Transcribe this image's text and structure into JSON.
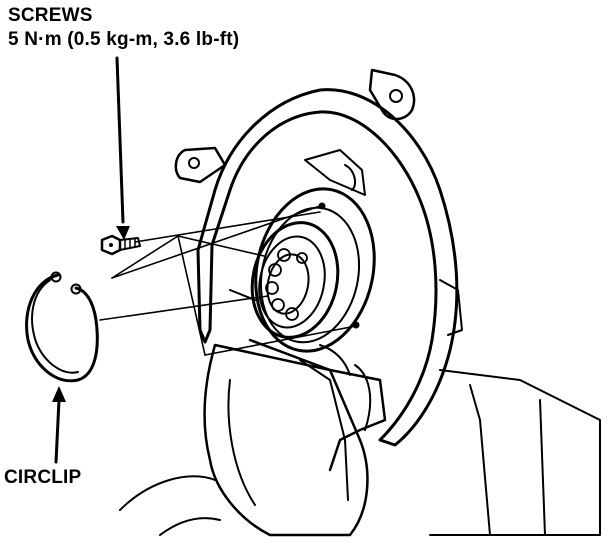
{
  "labels": {
    "screws": "SCREWS",
    "torque": "5 N·m (0.5 kg-m, 3.6 lb-ft)",
    "circlip": "CIRCLIP"
  },
  "colors": {
    "ink": "#000000",
    "paper": "#ffffff"
  }
}
